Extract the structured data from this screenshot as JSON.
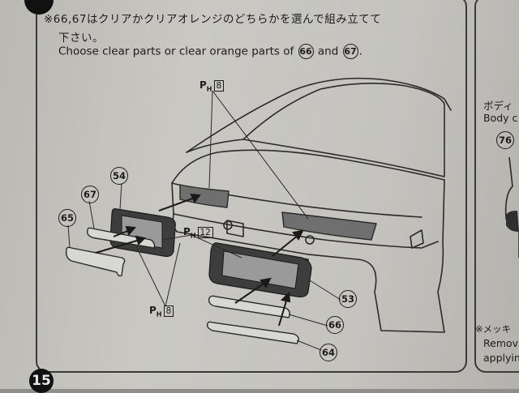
{
  "instructions": {
    "jp_line1": "※66,67はクリアかクリアオレンジのどちらかを選んで組み立てて",
    "jp_line2": "下さい。",
    "en_line": "Choose clear parts or clear orange parts of",
    "num_66": "66",
    "num_67": "67",
    "and": "and",
    "period": "."
  },
  "step_number": "15",
  "parts": {
    "p54": "54",
    "p67": "67",
    "p65": "65",
    "p53": "53",
    "p66": "66",
    "p64": "64"
  },
  "ph_labels": {
    "top": {
      "ph": "P",
      "sub": "H",
      "num": "8"
    },
    "middle": {
      "ph": "P",
      "sub": "H",
      "num": "12"
    },
    "bottom": {
      "ph": "P",
      "sub": "H",
      "num": "8"
    }
  },
  "right_panel": {
    "line1": "ボディ",
    "line2": "Body c",
    "callout": "76",
    "note1": "※メッキ",
    "note2": "Remov",
    "note3": "applyin"
  }
}
